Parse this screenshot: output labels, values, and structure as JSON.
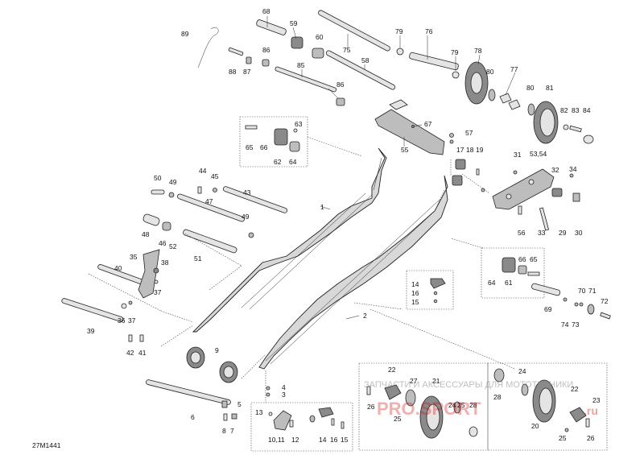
{
  "drawing_code": "27M1441",
  "watermark": {
    "text": "ЗАПЧАСТИ И АКСЕССУАРЫ ДЛЯ МОТОТЕХНИКИ",
    "domain": ".ru"
  },
  "callouts": {
    "c1": "1",
    "c2": "2",
    "c3": "3",
    "c4": "4",
    "c5": "5",
    "c6": "6",
    "c7": "7",
    "c8": "8",
    "c9": "9",
    "c10_11": "10,11",
    "c12": "12",
    "c13": "13",
    "c14a": "14",
    "c14b": "14",
    "c15a": "15",
    "c15b": "15",
    "c16a": "16",
    "c16b": "16",
    "c17": "17",
    "c18": "18",
    "c19": "19",
    "c20": "20",
    "c21": "21",
    "c22a": "22",
    "c22b": "22",
    "c23": "23",
    "c24a": "24",
    "c24b": "24",
    "c25a": "25",
    "c25b": "25",
    "c25c": "25",
    "c26a": "26",
    "c26b": "26",
    "c27": "27",
    "c28a": "28",
    "c28b": "28",
    "c29": "29",
    "c30": "30",
    "c31": "31",
    "c32": "32",
    "c33": "33",
    "c34": "34",
    "c35": "35",
    "c36": "36",
    "c37a": "37",
    "c37b": "37",
    "c38": "38",
    "c39": "39",
    "c40": "40",
    "c41": "41",
    "c42": "42",
    "c43": "43",
    "c44": "44",
    "c45": "45",
    "c46": "46",
    "c47": "47",
    "c48": "48",
    "c49a": "49",
    "c49b": "49",
    "c50": "50",
    "c51": "51",
    "c52": "52",
    "c53_54": "53,54",
    "c55": "55",
    "c56": "56",
    "c57": "57",
    "c58": "58",
    "c59": "59",
    "c60": "60",
    "c61": "61",
    "c62": "62",
    "c63": "63",
    "c64a": "64",
    "c64b": "64",
    "c65a": "65",
    "c65b": "65",
    "c66a": "66",
    "c66b": "66",
    "c67": "67",
    "c68": "68",
    "c69": "69",
    "c70": "70",
    "c71": "71",
    "c72": "72",
    "c73": "73",
    "c74": "74",
    "c75": "75",
    "c76": "76",
    "c77": "77",
    "c78": "78",
    "c79a": "79",
    "c79b": "79",
    "c80a": "80",
    "c80b": "80",
    "c81": "81",
    "c82": "82",
    "c83": "83",
    "c84": "84",
    "c85": "85",
    "c86a": "86",
    "c86b": "86",
    "c87": "87",
    "c88": "88",
    "c89": "89"
  }
}
